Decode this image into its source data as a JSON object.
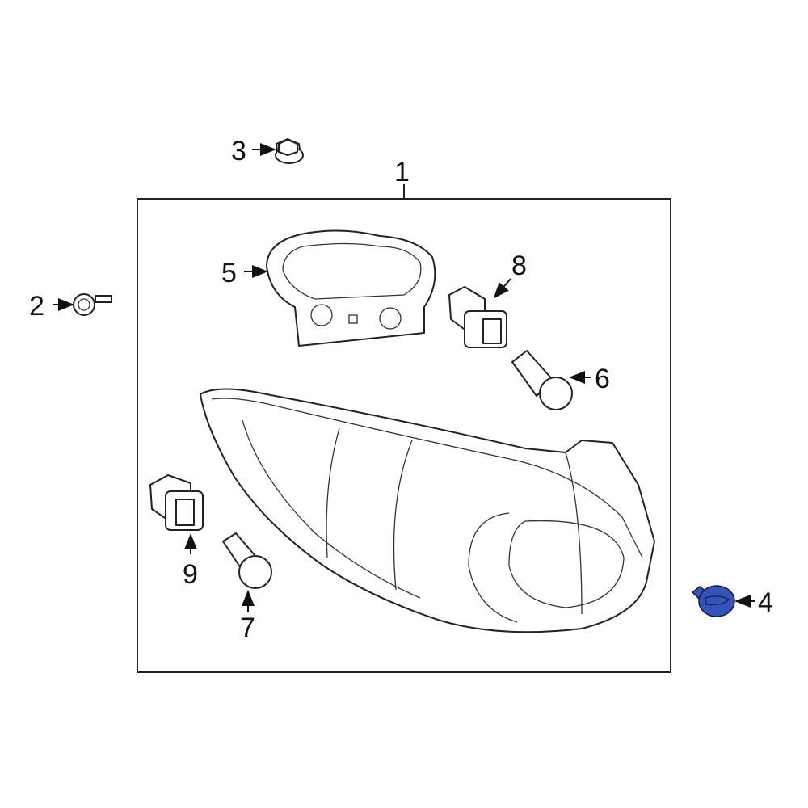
{
  "diagram": {
    "highlight_color": "#3355bb",
    "callouts": [
      {
        "id": "1",
        "part": "tail-lamp-assembly"
      },
      {
        "id": "2",
        "part": "screw"
      },
      {
        "id": "3",
        "part": "nut"
      },
      {
        "id": "4",
        "part": "socket-grommet",
        "highlighted": true
      },
      {
        "id": "5",
        "part": "gasket"
      },
      {
        "id": "6",
        "part": "bulb"
      },
      {
        "id": "7",
        "part": "bulb"
      },
      {
        "id": "8",
        "part": "socket"
      },
      {
        "id": "9",
        "part": "socket"
      }
    ]
  }
}
